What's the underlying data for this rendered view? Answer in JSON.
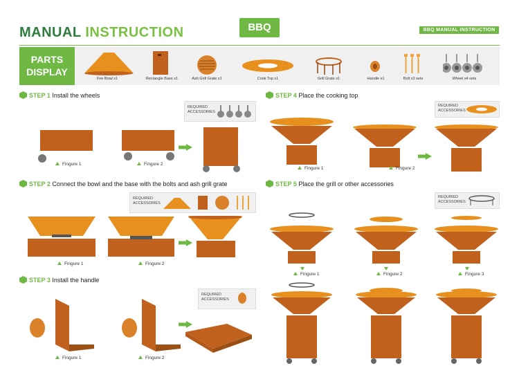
{
  "header": {
    "title_part1": "MANUAL",
    "title_part2": "INSTRUCTION",
    "badge": "BBQ",
    "tag": "BBQ MANUAL INSTRUCTION"
  },
  "parts": {
    "label_line1": "PARTS",
    "label_line2": "DISPLAY",
    "items": [
      {
        "label": "Fire Bowl x1",
        "icon": "fire-bowl-icon"
      },
      {
        "label": "Rectangle Base x1",
        "icon": "base-icon"
      },
      {
        "label": "Ash Grill Grate x1",
        "icon": "ash-grate-icon"
      },
      {
        "label": "Cook Top x1",
        "icon": "cook-top-icon"
      },
      {
        "label": "Grill Grate x1",
        "icon": "grill-grate-icon"
      },
      {
        "label": "Handle x1",
        "icon": "handle-icon"
      },
      {
        "label": "Bolt x3 sets",
        "icon": "bolt-icon"
      },
      {
        "label": "Wheel x4 sets",
        "icon": "wheel-icon"
      }
    ]
  },
  "required_line1": "REQUIRED",
  "required_line2": "ACCESSORIES",
  "figure1": "Fingure 1",
  "figure2": "Fingure 2",
  "figure3": "Fingure 3",
  "steps": [
    {
      "num": "STEP 1",
      "text": "Install the wheels"
    },
    {
      "num": "STEP 2",
      "text": "Connect the bowl and the base with the bolts and ash grill grate"
    },
    {
      "num": "STEP 3",
      "text": "Install the handle"
    },
    {
      "num": "STEP 4",
      "text": "Place the cooking top"
    },
    {
      "num": "STEP 5",
      "text": "Place the grill or other accessories"
    }
  ],
  "colors": {
    "accent": "#6fb843",
    "dark_green": "#2f7d3c",
    "rust": "#c0621e",
    "orange": "#e8901e"
  }
}
